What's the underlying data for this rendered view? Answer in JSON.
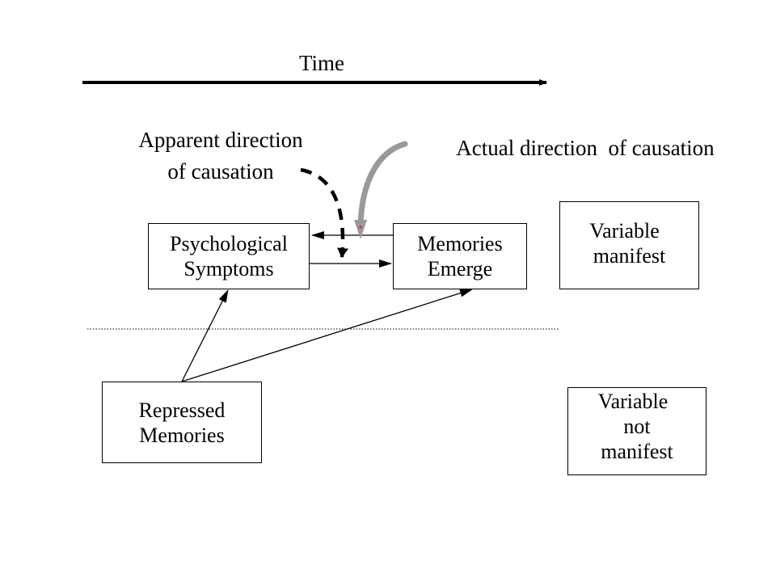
{
  "time": {
    "label": "Time"
  },
  "apparent_causation": {
    "line1": "Apparent direction",
    "line2": "of causation"
  },
  "actual_causation": {
    "label": "Actual direction  of causation"
  },
  "boxes": {
    "psychological_symptoms": {
      "line1": "Psychological",
      "line2": "Symptoms"
    },
    "memories_emerge": {
      "line1": "Memories",
      "line2": "Emerge"
    },
    "repressed_memories": {
      "line1": "Repressed",
      "line2": "Memories"
    }
  },
  "legend": {
    "manifest": {
      "line1": "Variable",
      "line2": "manifest"
    },
    "not_manifest": {
      "line1": "Variable",
      "line2": "not",
      "line3": "manifest"
    }
  },
  "colors": {
    "ink": "#000000",
    "actual_arrow": "#999999",
    "actual_arrow_tip": "#cc3333",
    "background": "#ffffff"
  }
}
